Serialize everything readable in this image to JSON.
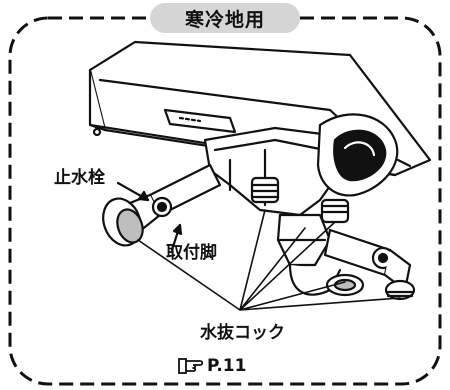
{
  "header": {
    "title": "寒冷地用"
  },
  "labels": {
    "stop_valve": "止水栓",
    "mount_leg": "取付脚",
    "drain_cock": "水抜コック"
  },
  "reference": {
    "page": "P.11",
    "icon": "pointing-hand-icon"
  },
  "colors": {
    "line": "#111111",
    "badge": "#d6d6d6",
    "accent_gray": "#bdbdbd"
  }
}
